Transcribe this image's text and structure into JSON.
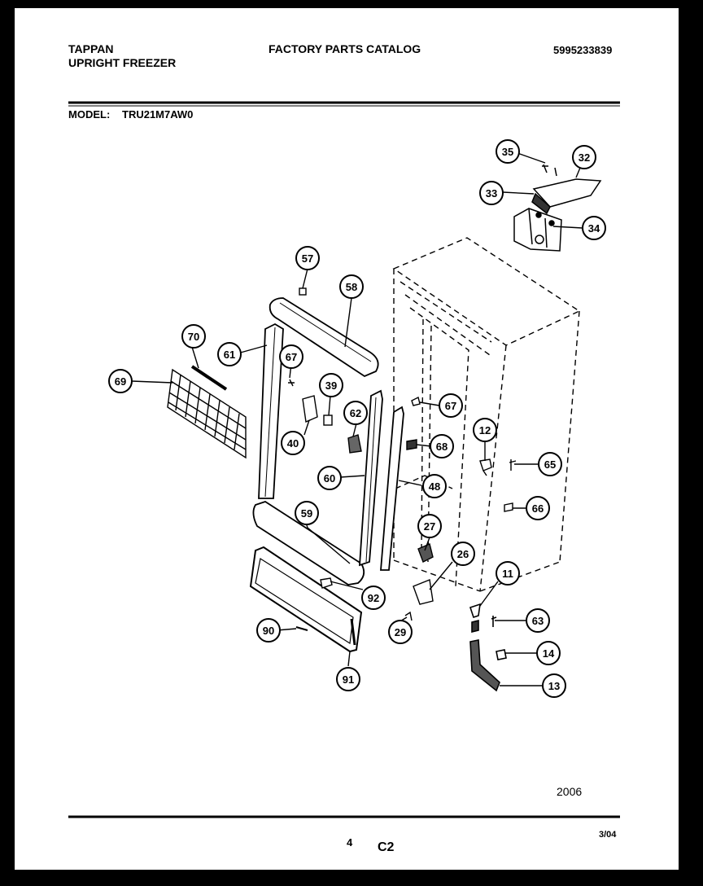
{
  "header": {
    "brand": "TAPPAN",
    "product": "UPRIGHT FREEZER",
    "catalog_title": "FACTORY PARTS CATALOG",
    "catalog_number": "5995233839",
    "model_label": "MODEL:",
    "model_number": "TRU21M7AW0"
  },
  "footer": {
    "figure_code": "2006",
    "page_number": "4",
    "section_code": "C2",
    "date": "3/04"
  },
  "part_callouts": [
    "35",
    "32",
    "33",
    "34",
    "57",
    "58",
    "70",
    "61",
    "67",
    "69",
    "39",
    "62",
    "40",
    "60",
    "59",
    "67",
    "68",
    "48",
    "12",
    "65",
    "66",
    "27",
    "26",
    "11",
    "92",
    "63",
    "29",
    "14",
    "90",
    "91",
    "13"
  ]
}
